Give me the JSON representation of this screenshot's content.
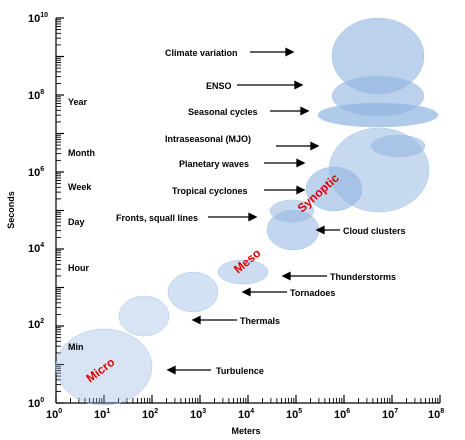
{
  "axes": {
    "x_label": "Meters",
    "y_label": "Seconds",
    "x_ticks": [
      {
        "base": "10",
        "exp": "0"
      },
      {
        "base": "10",
        "exp": "1"
      },
      {
        "base": "10",
        "exp": "2"
      },
      {
        "base": "10",
        "exp": "3"
      },
      {
        "base": "10",
        "exp": "4"
      },
      {
        "base": "10",
        "exp": "5"
      },
      {
        "base": "10",
        "exp": "6"
      },
      {
        "base": "10",
        "exp": "7"
      },
      {
        "base": "10",
        "exp": "8"
      }
    ],
    "y_ticks": [
      {
        "base": "10",
        "exp": "0"
      },
      {
        "base": "10",
        "exp": "2"
      },
      {
        "base": "10",
        "exp": "4"
      },
      {
        "base": "10",
        "exp": "6"
      },
      {
        "base": "10",
        "exp": "8"
      },
      {
        "base": "10",
        "exp": "10"
      }
    ]
  },
  "time_labels": [
    "Year",
    "Month",
    "Week",
    "Day",
    "Hour",
    "Min"
  ],
  "annotations": [
    "Climate variation",
    "ENSO",
    "Seasonal cycles",
    "Intraseasonal (MJO)",
    "Planetary waves",
    "Tropical cyclones",
    "Fronts, squall lines",
    "Cloud clusters",
    "Thunderstorms",
    "Tornadoes",
    "Thermals",
    "Turbulence"
  ],
  "scale_labels": [
    "Micro",
    "Meso",
    "Synoptic"
  ],
  "colors": {
    "blob_fill": "#8fb3e0",
    "blob_edge": "#a9c6ea",
    "scale_text": "#e00000",
    "axis": "#000000"
  }
}
